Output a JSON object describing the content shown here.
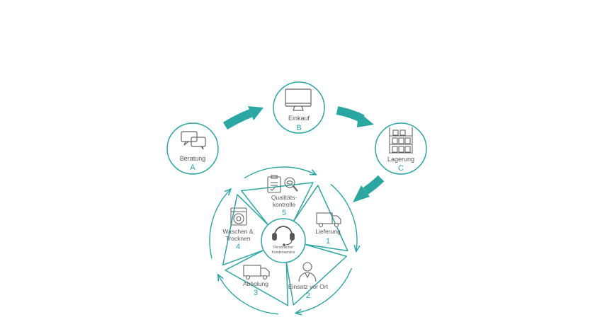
{
  "colors": {
    "accent": "#2aa7a3",
    "icon": "#666666",
    "text": "#555555",
    "background": "#ffffff"
  },
  "steps": [
    {
      "label": "Beratung",
      "letter": "A",
      "icon": "speech-bubbles-icon"
    },
    {
      "label": "Einkauf",
      "letter": "B",
      "icon": "monitor-icon"
    },
    {
      "label": "Lagerung",
      "letter": "C",
      "icon": "shelving-icon"
    }
  ],
  "cycle": {
    "center": {
      "line1": "Persönlicher",
      "line2": "Kundenservice",
      "icon": "headset-icon"
    },
    "segments": [
      {
        "label_lines": [
          "Lieferung"
        ],
        "number": "1",
        "icon": "delivery-truck-icon"
      },
      {
        "label_lines": [
          "Einsatz vor Ort"
        ],
        "number": "2",
        "icon": "service-person-icon"
      },
      {
        "label_lines": [
          "Abholung"
        ],
        "number": "3",
        "icon": "pickup-truck-icon"
      },
      {
        "label_lines": [
          "Waschen &",
          "Trocknen"
        ],
        "number": "4",
        "icon": "washing-machine-icon"
      },
      {
        "label_lines": [
          "Qualitäts-",
          "kontrolle"
        ],
        "number": "5",
        "icon": "quality-check-icon"
      }
    ]
  }
}
